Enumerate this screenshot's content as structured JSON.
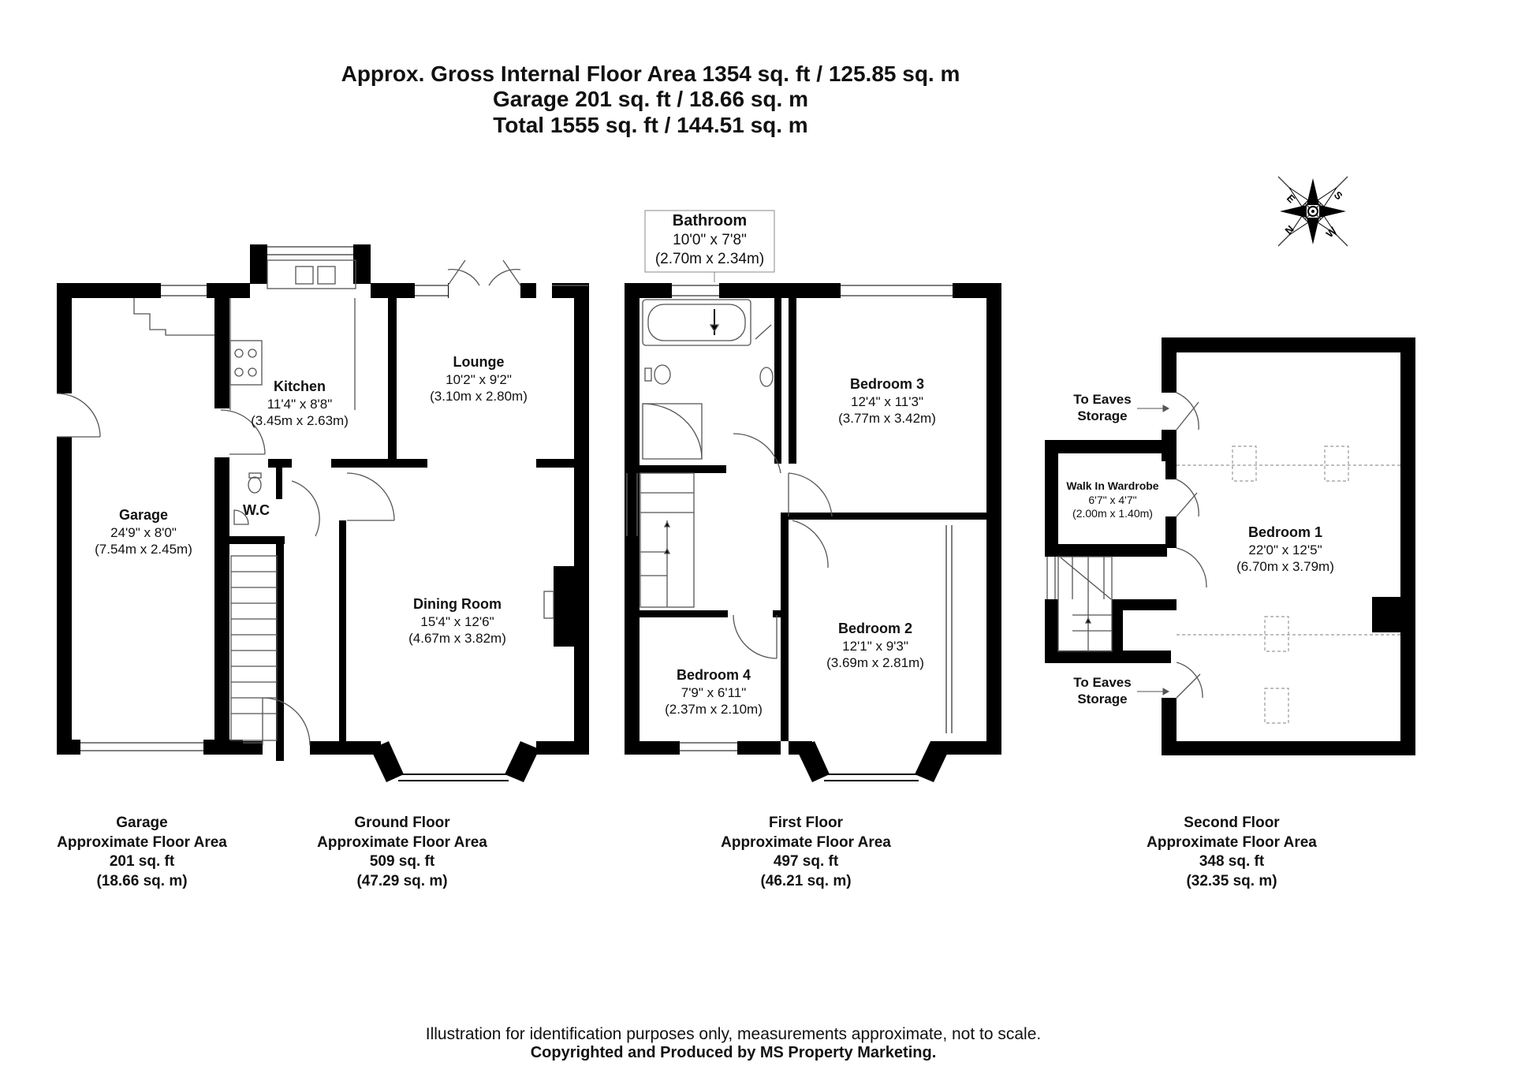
{
  "header": {
    "line1": "Approx. Gross Internal Floor Area 1354 sq. ft / 125.85 sq. m",
    "line2": "Garage 201 sq. ft / 18.66 sq. m",
    "line3": "Total 1555 sq. ft / 144.51 sq. m"
  },
  "compass": {
    "labels": [
      "S",
      "W",
      "N",
      "E"
    ]
  },
  "rooms": {
    "garage": {
      "name": "Garage",
      "imperial": "24'9\" x 8'0\"",
      "metric": "(7.54m x 2.45m)"
    },
    "kitchen": {
      "name": "Kitchen",
      "imperial": "11'4\" x 8'8\"",
      "metric": "(3.45m x 2.63m)"
    },
    "lounge": {
      "name": "Lounge",
      "imperial": "10'2\" x 9'2\"",
      "metric": "(3.10m x 2.80m)"
    },
    "wc": {
      "name": "W.C"
    },
    "dining": {
      "name": "Dining Room",
      "imperial": "15'4\" x 12'6\"",
      "metric": "(4.67m x 3.82m)"
    },
    "bathroom": {
      "name": "Bathroom",
      "imperial": "10'0\" x 7'8\"",
      "metric": "(2.70m x 2.34m)"
    },
    "bedroom3": {
      "name": "Bedroom 3",
      "imperial": "12'4\" x 11'3\"",
      "metric": "(3.77m x 3.42m)"
    },
    "bedroom2": {
      "name": "Bedroom 2",
      "imperial": "12'1\" x 9'3\"",
      "metric": "(3.69m x 2.81m)"
    },
    "bedroom4": {
      "name": "Bedroom 4",
      "imperial": "7'9\" x 6'11\"",
      "metric": "(2.37m x 2.10m)"
    },
    "wardrobe": {
      "name": "Walk In Wardrobe",
      "imperial": "6'7\" x 4'7\"",
      "metric": "(2.00m x 1.40m)"
    },
    "bedroom1": {
      "name": "Bedroom 1",
      "imperial": "22'0\" x 12'5\"",
      "metric": "(6.70m x 3.79m)"
    },
    "eaves_top": {
      "line1": "To Eaves",
      "line2": "Storage"
    },
    "eaves_bottom": {
      "line1": "To Eaves",
      "line2": "Storage"
    }
  },
  "floors": {
    "garage": {
      "title": "Garage",
      "subtitle": "Approximate Floor Area",
      "sqft": "201 sq. ft",
      "sqm": "(18.66 sq. m)"
    },
    "ground": {
      "title": "Ground Floor",
      "subtitle": "Approximate Floor Area",
      "sqft": "509 sq. ft",
      "sqm": "(47.29 sq. m)"
    },
    "first": {
      "title": "First Floor",
      "subtitle": "Approximate Floor Area",
      "sqft": "497 sq. ft",
      "sqm": "(46.21 sq. m)"
    },
    "second": {
      "title": "Second Floor",
      "subtitle": "Approximate Floor Area",
      "sqft": "348 sq. ft",
      "sqm": "(32.35 sq. m)"
    }
  },
  "footer": {
    "disclaimer": "Illustration for identification purposes only, measurements approximate, not to scale.",
    "copyright": "Copyrighted  and Produced by MS Property Marketing."
  },
  "colors": {
    "wall": "#000000",
    "line": "#555555",
    "dashed": "#999999",
    "background": "#ffffff"
  }
}
